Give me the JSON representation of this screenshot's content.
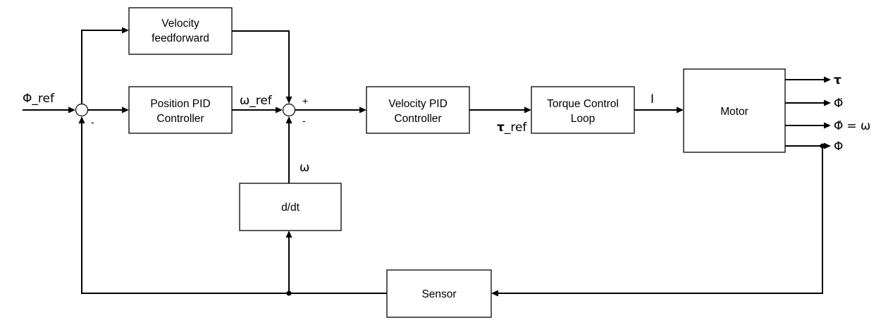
{
  "blocks": {
    "velocity_feedforward": {
      "line1": "Velocity",
      "line2": "feedforward"
    },
    "position_pid": {
      "line1": "Position PID",
      "line2": "Controller"
    },
    "velocity_pid": {
      "line1": "Velocity PID",
      "line2": "Controller"
    },
    "torque_loop": {
      "line1": "Torque Control",
      "line2": "Loop"
    },
    "motor": {
      "label": "Motor"
    },
    "derivative": {
      "label": "d/dt"
    },
    "sensor": {
      "label": "Sensor"
    }
  },
  "signals": {
    "phi_ref": "Φ_ref",
    "omega_ref": "ω_ref",
    "omega": "ω",
    "tau_ref_symbol": "τ",
    "tau_ref_suffix": "_ref",
    "current": "I"
  },
  "outputs": {
    "tau": "τ",
    "phi_ddot": "Φ̈",
    "phi_dot": "Φ̇",
    "phi_dot_eq": "= ω",
    "phi": "Φ"
  },
  "signs": {
    "sum1_minus": "-",
    "sum2_plus": "+",
    "sum2_minus": "-"
  }
}
